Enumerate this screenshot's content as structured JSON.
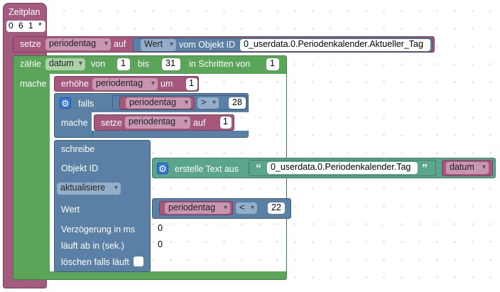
{
  "schedule": {
    "title": "Zeitplan",
    "cron": "0 6 1 * *"
  },
  "set_top": {
    "label": "setze",
    "var": "periodentag",
    "on": "auf",
    "value_dropdown": "Wert",
    "from_label": "vom Objekt ID",
    "object_id": "0_userdata.0.Periodenkalender.Aktueller_Tag"
  },
  "loop": {
    "label": "zähle",
    "var": "datum",
    "from_label": "von",
    "from": "1",
    "to_label": "bis",
    "to": "31",
    "step_label": "in Schritten von",
    "step": "1",
    "do_label": "mache"
  },
  "increment": {
    "label": "erhöhe",
    "var": "periodentag",
    "by_label": "um",
    "by": "1"
  },
  "if_block": {
    "label": "falls",
    "var": "periodentag",
    "op": ">",
    "value": "28",
    "do_label": "mache",
    "set_label": "setze",
    "set_var": "periodentag",
    "set_on": "auf",
    "set_value": "1"
  },
  "write": {
    "label": "schreibe",
    "object_id_label": "Objekt ID",
    "create_text": "erstelle Text aus",
    "text": "0_userdata.0.Periodenkalender.Tag",
    "text_var": "datum",
    "mode": "aktualisiere",
    "value_label": "Wert",
    "value_var": "periodentag",
    "value_op": "<",
    "value_num": "22",
    "delay_label": "Verzögerung in ms",
    "delay": "0",
    "expires_label": "läuft ab in (sek.)",
    "expires": "0",
    "clear_label": "löschen falls läuft"
  },
  "colors": {
    "schedule": "#a55b80",
    "var": "#a5577c",
    "var_dark": "#7a3f5c",
    "loop": "#5ba55b",
    "loop_dark": "#3f7d3f",
    "write": "#5b80a5",
    "write_dark": "#3e5f80",
    "text": "#5ba58c",
    "number_bg": "#ffffff"
  }
}
